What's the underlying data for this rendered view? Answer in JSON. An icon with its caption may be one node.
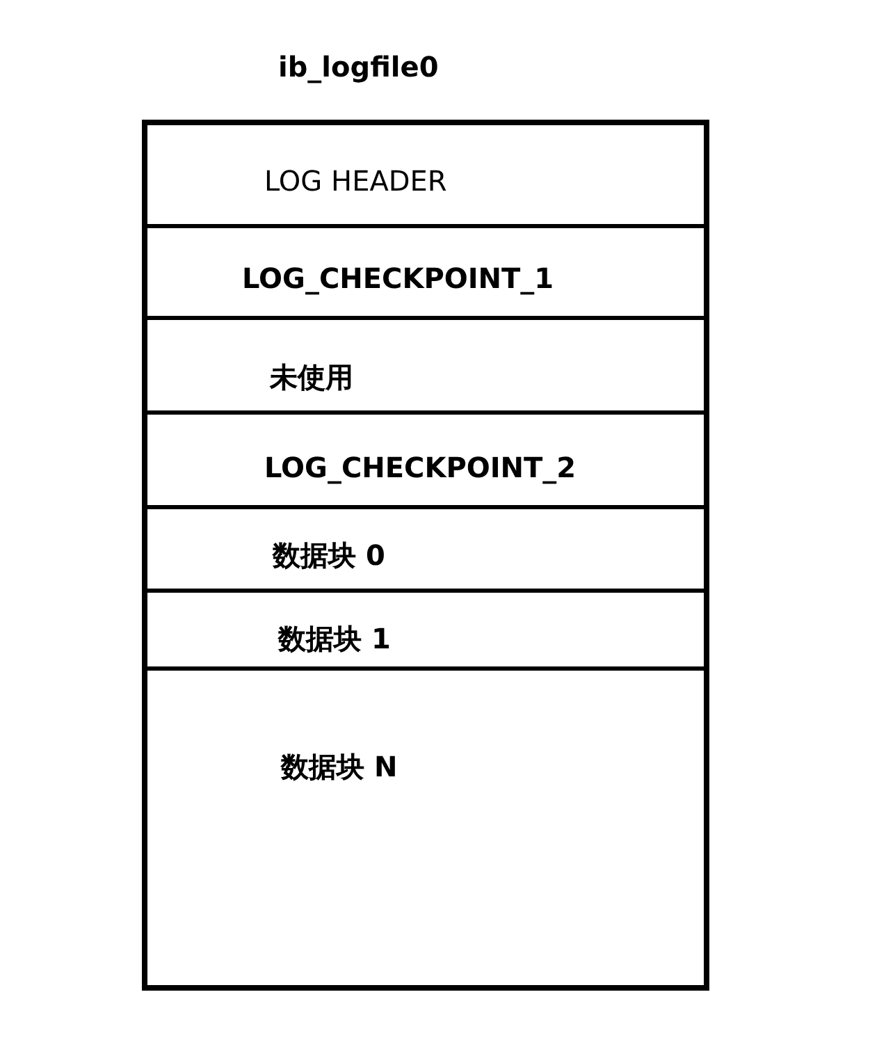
{
  "diagram": {
    "nodes": [
      {
        "text": [
          "ib_logfile0"
        ]
      },
      {
        "text": [
          "LOG HEADER"
        ],
        "in": 0
      },
      {
        "text": [
          "LOG_CHECKPOINT_1"
        ],
        "in": 0
      },
      {
        "text": [
          "未使用"
        ],
        "in": 0
      },
      {
        "text": [
          "LOG_CHECKPOINT_2"
        ],
        "in": 0
      },
      {
        "text": [
          "数据块 0"
        ],
        "in": 0
      },
      {
        "text": [
          "数据块 1"
        ],
        "in": 0
      },
      {
        "text": [
          "数据块 N"
        ],
        "in": 0
      }
    ]
  }
}
